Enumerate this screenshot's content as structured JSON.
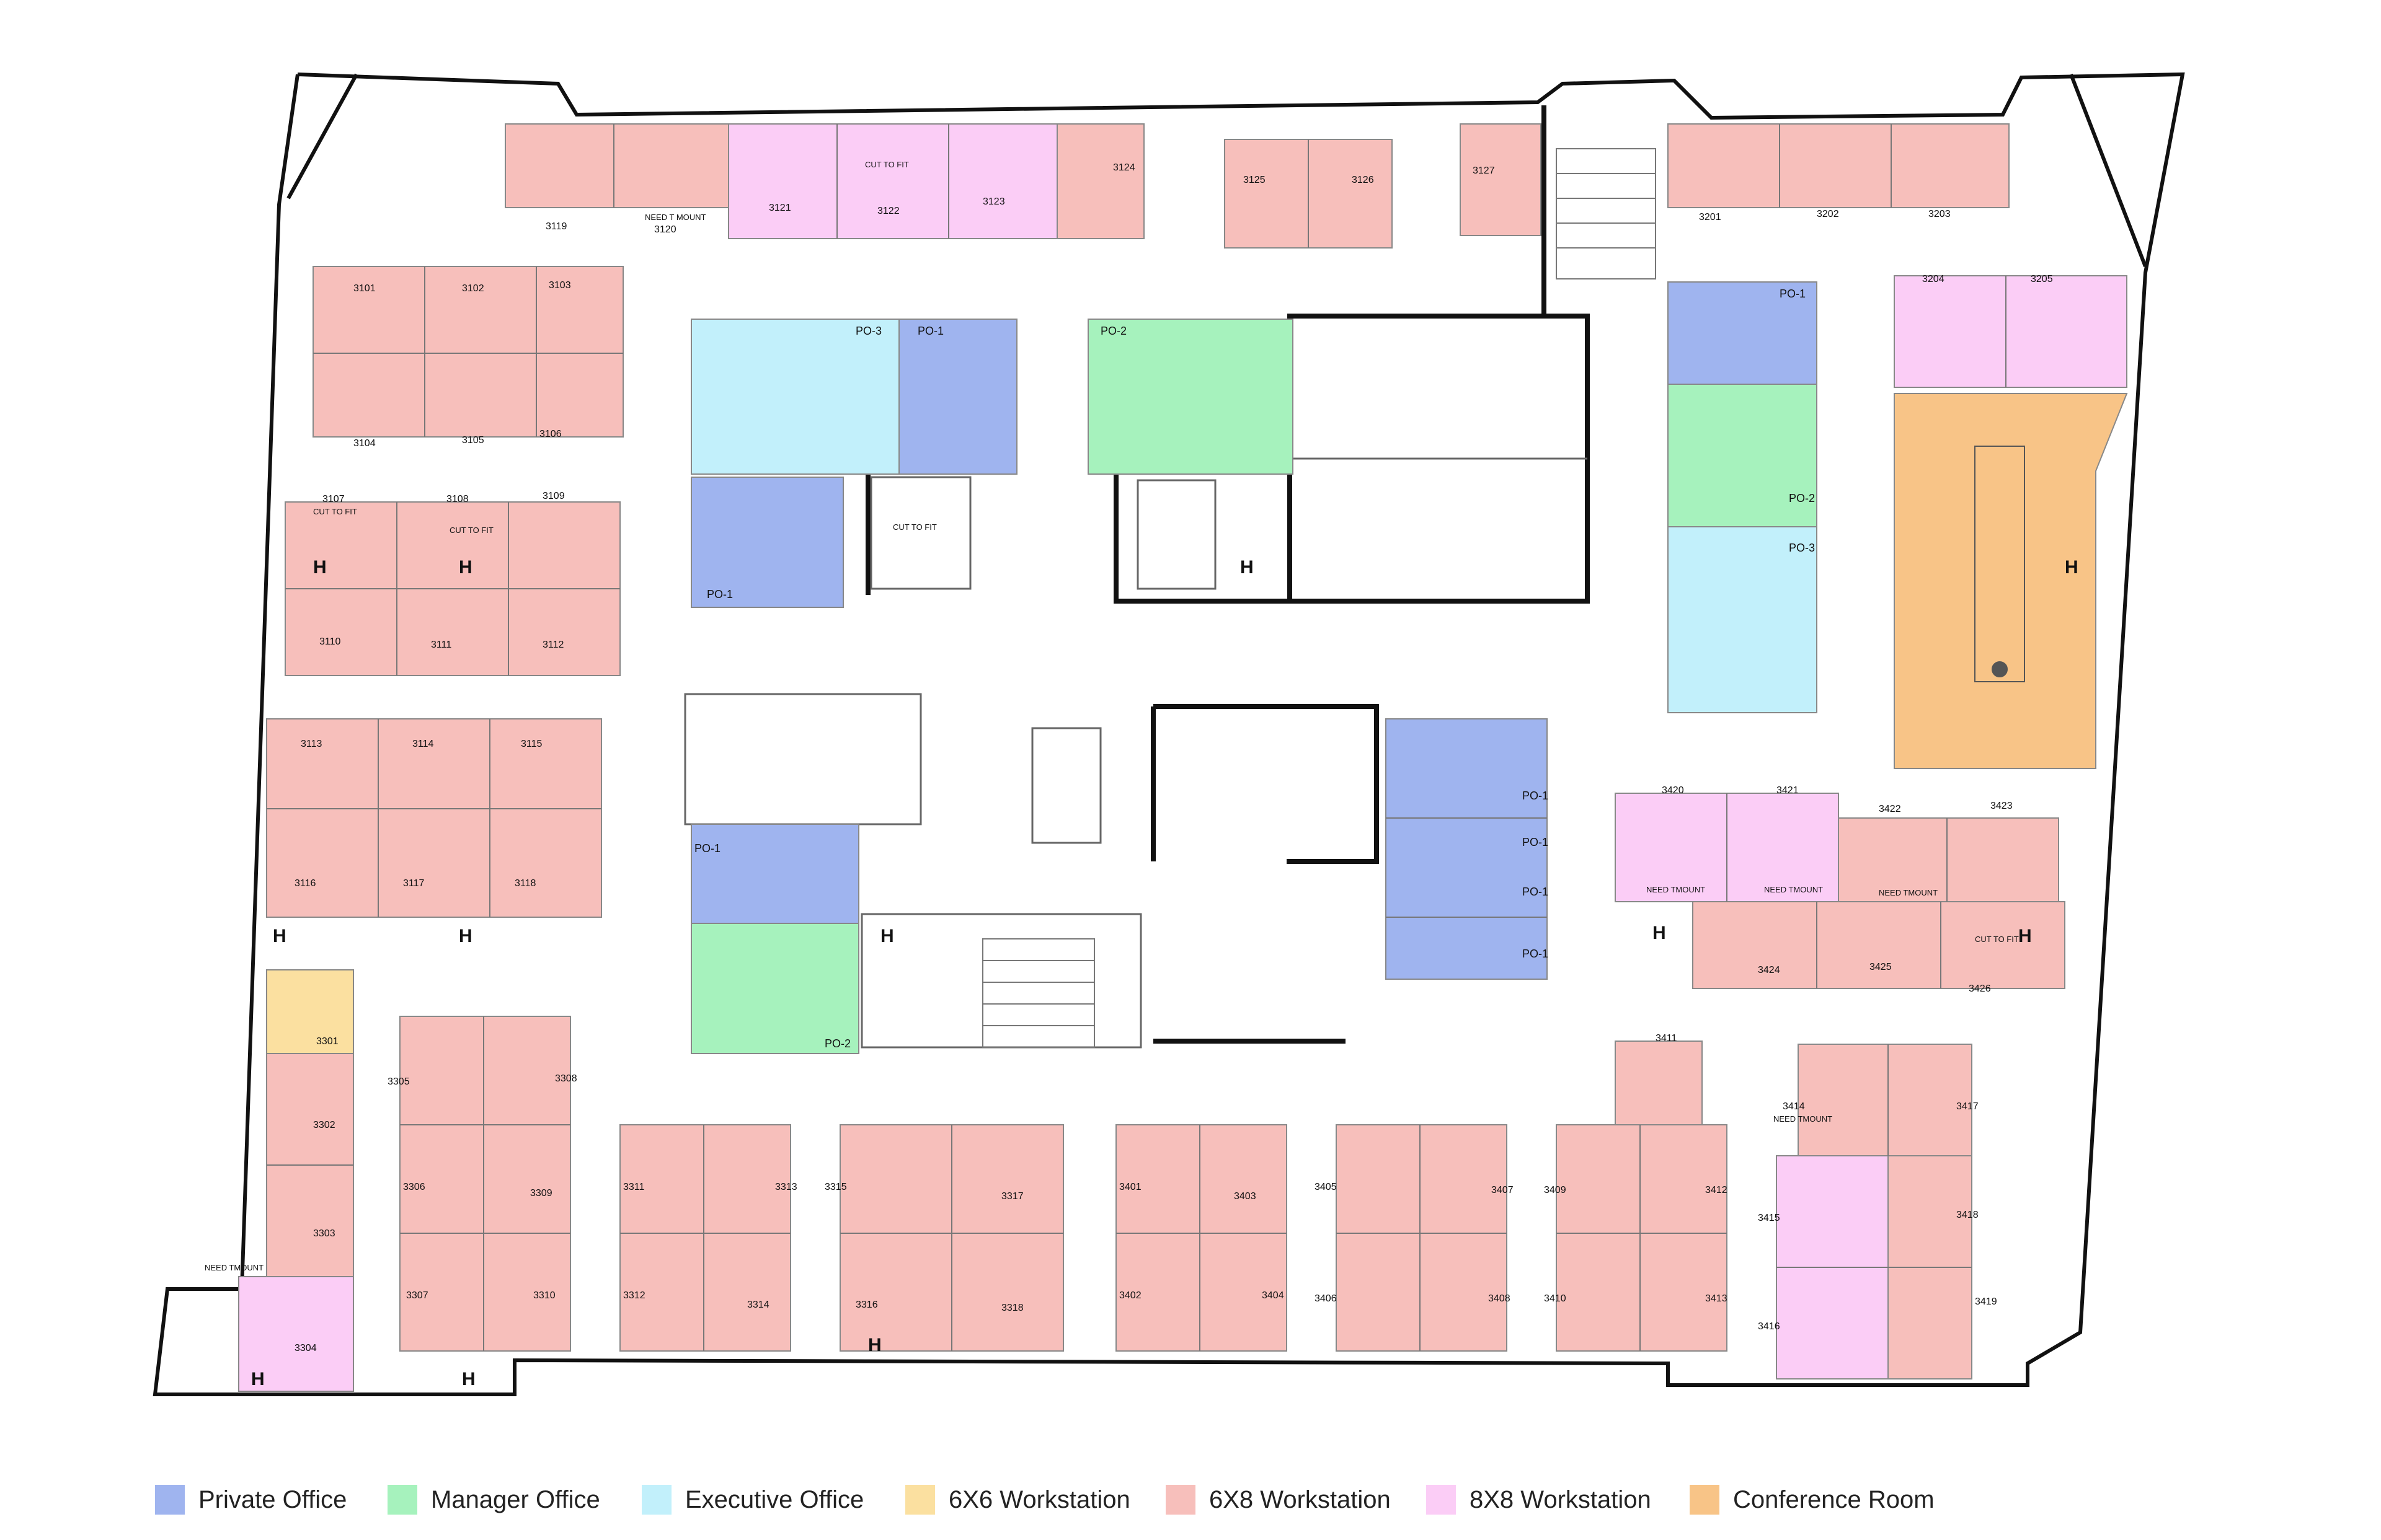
{
  "colors": {
    "private": "#9fb4ef",
    "manager": "#a6f2bd",
    "executive": "#c2f0fb",
    "ws6x6": "#fbe0a0",
    "ws6x8": "#f7bfbb",
    "ws8x8": "#fbcdf6",
    "conference": "#f8c487",
    "wall": "#111111",
    "line": "#555555"
  },
  "legend": [
    {
      "label": "Private Office",
      "color": "#9fb4ef"
    },
    {
      "label": "Manager Office",
      "color": "#a6f2bd"
    },
    {
      "label": "Executive Office",
      "color": "#c2f0fb"
    },
    {
      "label": "6X6 Workstation",
      "color": "#fbe0a0"
    },
    {
      "label": "6X8 Workstation",
      "color": "#f7bfbb"
    },
    {
      "label": "8X8 Workstation",
      "color": "#fbcdf6"
    },
    {
      "label": "Conference Room",
      "color": "#f8c487"
    }
  ],
  "rooms": {
    "office_labels": [
      "PO-3",
      "PO-1",
      "PO-2",
      "PO-1",
      "PO-1",
      "PO-2",
      "PO-1",
      "PO-2",
      "PO-3",
      "PO-1",
      "PO-1",
      "PO-1",
      "PO-1"
    ],
    "workstations": [
      "3101",
      "3102",
      "3103",
      "3104",
      "3105",
      "3106",
      "3107",
      "3108",
      "3109",
      "3110",
      "3111",
      "3112",
      "3113",
      "3114",
      "3115",
      "3116",
      "3117",
      "3118",
      "3119",
      "3120",
      "3121",
      "3122",
      "3123",
      "3124",
      "3125",
      "3126",
      "3127",
      "3201",
      "3202",
      "3203",
      "3204",
      "3205",
      "3301",
      "3302",
      "3303",
      "3304",
      "3305",
      "3306",
      "3307",
      "3308",
      "3309",
      "3310",
      "3311",
      "3312",
      "3313",
      "3314",
      "3315",
      "3316",
      "3317",
      "3318",
      "3401",
      "3402",
      "3403",
      "3404",
      "3405",
      "3406",
      "3407",
      "3408",
      "3409",
      "3410",
      "3411",
      "3412",
      "3413",
      "3414",
      "3415",
      "3416",
      "3417",
      "3418",
      "3419",
      "3420",
      "3421",
      "3422",
      "3423",
      "3424",
      "3425",
      "3426"
    ]
  },
  "notes": {
    "cut_to_fit": "CUT TO FIT",
    "need_tmount": "NEED TMOUNT",
    "need_t_mount": "NEED T MOUNT",
    "h": "H"
  }
}
